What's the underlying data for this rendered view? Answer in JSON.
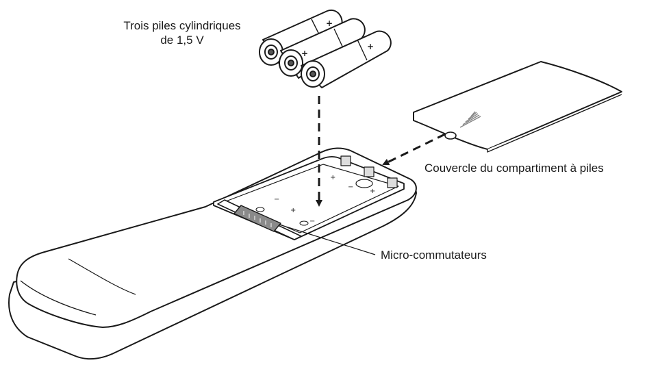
{
  "labels": {
    "batteries_line1": "Trois piles cylindriques",
    "batteries_line2": "de 1,5 V",
    "cover": "Couvercle du compartiment à piles",
    "switches": "Micro-commutateurs"
  },
  "icons": {
    "plus_sign": "+",
    "minus_sign": "−"
  },
  "colors": {
    "stroke": "#1a1a1a",
    "fill": "#ffffff",
    "shade": "#888888"
  }
}
